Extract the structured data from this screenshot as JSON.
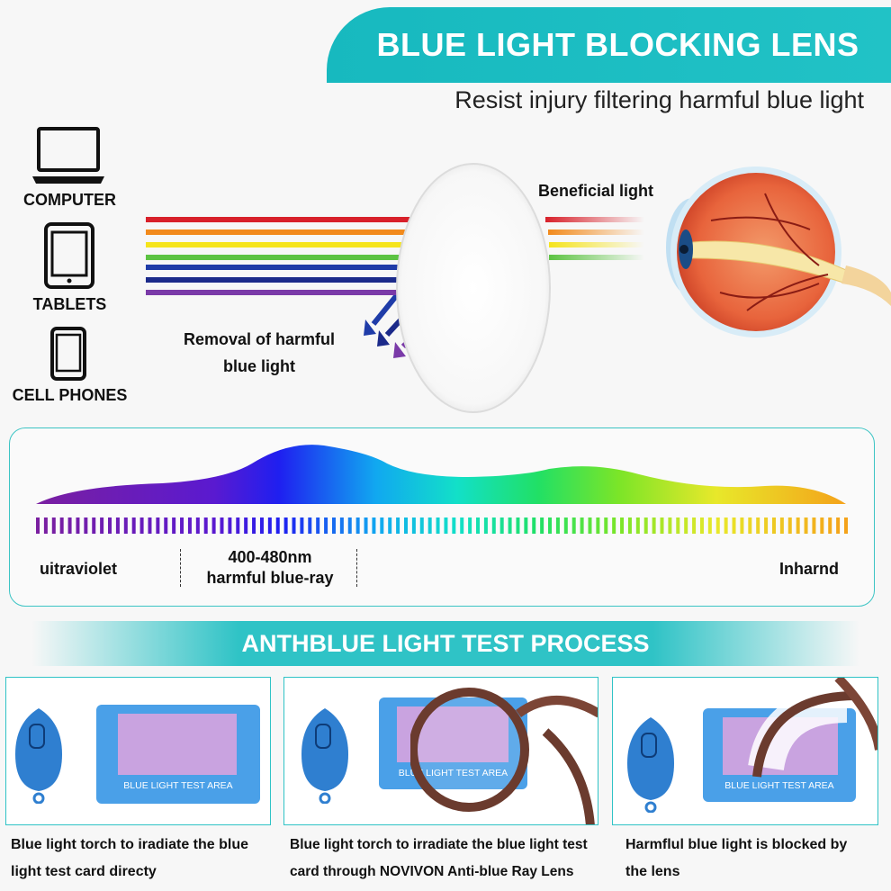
{
  "header": {
    "title": "BLUE LIGHT BLOCKING LENS",
    "subtitle": "Resist injury filtering harmful blue light"
  },
  "devices": [
    {
      "label": "COMPUTER",
      "icon": "laptop-icon"
    },
    {
      "label": "TABLETS",
      "icon": "tablet-icon"
    },
    {
      "label": "CELL PHONES",
      "icon": "phone-icon"
    }
  ],
  "diagram": {
    "beneficial_label": "Beneficial light",
    "removal_label_line1": "Removal of harmful",
    "removal_label_line2": "blue light"
  },
  "spectrum": {
    "left_label": "uitraviolet",
    "middle_label_line1": "400-480nm",
    "middle_label_line2": "harmful blue-ray",
    "right_label": "Inharnd"
  },
  "process": {
    "title": "ANTHBLUE LIGHT TEST PROCESS",
    "card_text": "BLUE LIGHT TEST AREA",
    "steps": [
      {
        "caption_line1": "Blue light torch to iradiate the blue",
        "caption_line2": "light test card directy"
      },
      {
        "caption_line1": "Blue light torch to irradiate the blue light test",
        "caption_line2": "card through NOVIVON Anti-blue Ray Lens"
      },
      {
        "caption_line1": "Harmflul blue light is blocked by",
        "caption_line2": "the lens"
      }
    ]
  },
  "colors": {
    "accent": "#21c2c6",
    "red": "#d8202a",
    "orange": "#f28a1c",
    "yellow": "#f5e41c",
    "green": "#5cc342",
    "blue": "#1f3ca8",
    "navy": "#1b2a8a",
    "purple": "#7a3aa8"
  }
}
